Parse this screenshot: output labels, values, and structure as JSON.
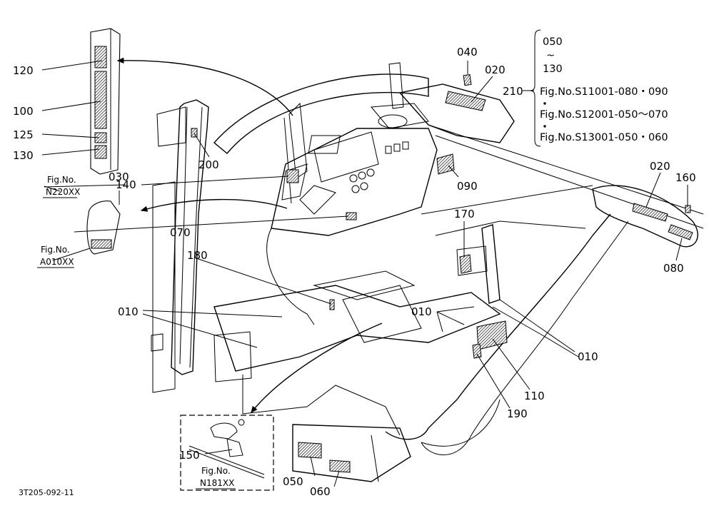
{
  "callouts": {
    "c120": "120",
    "c100": "100",
    "c125": "125",
    "c130": "130",
    "c030": "030",
    "c140": "140",
    "c200": "200",
    "c070": "070",
    "c180": "180",
    "c010_left": "010",
    "c040": "040",
    "c020_top": "020",
    "c210": "210",
    "c090": "090",
    "c170": "170",
    "c020_right": "020",
    "c160": "160",
    "c080": "080",
    "c010_mid": "010",
    "c010_right": "010",
    "c110": "110",
    "c190": "190",
    "c150": "150",
    "c050": "050",
    "c060": "060"
  },
  "references": {
    "range_start": "050",
    "tilde": "~",
    "range_end": "130",
    "ref1": "Fig.No.S11001-080・090",
    "ref2": "Fig.No.S12001-050～070",
    "ref3": "Fig.No.S13001-050・060"
  },
  "fig_labels": {
    "n220_line1": "Fig.No.",
    "n220_line2": "N220XX",
    "a010_line1": "Fig.No.",
    "a010_line2": "A010XX",
    "n181_line1": "Fig.No.",
    "n181_line2": "N181XX"
  },
  "drawing_code": "3T205-092-11"
}
